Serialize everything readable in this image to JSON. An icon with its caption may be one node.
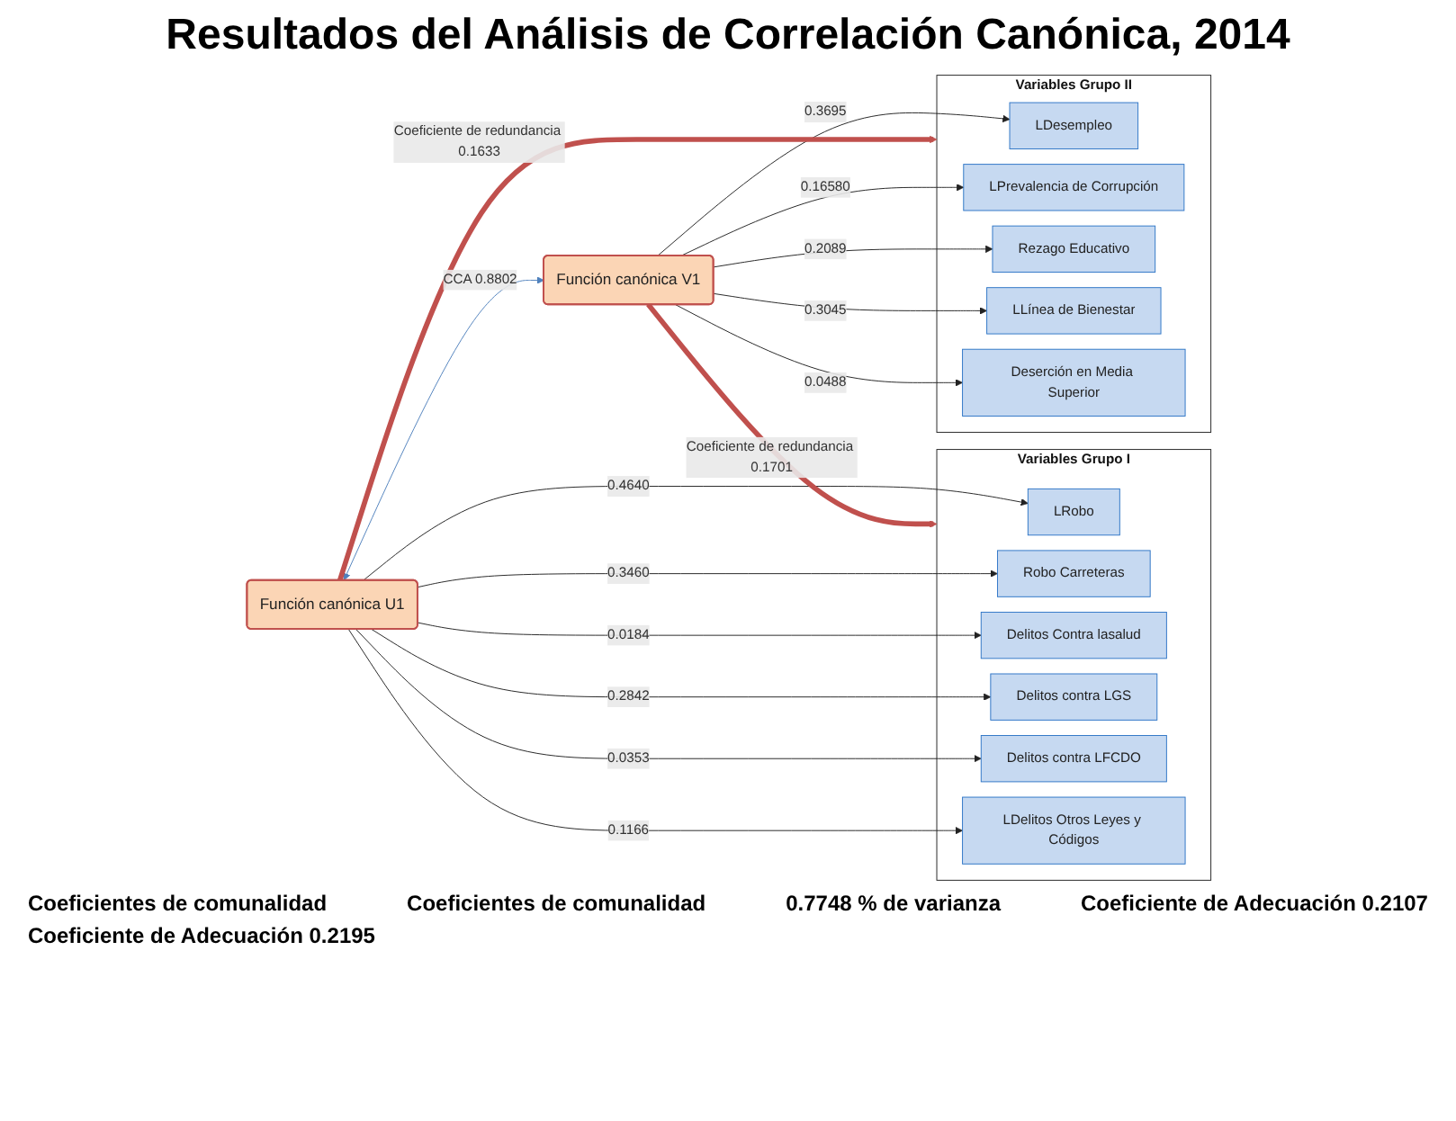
{
  "diagram": {
    "title": "Resultados del Análisis de Correlación Canónica, 2014",
    "nodes": [
      {
        "text": [
          "Variables Grupo I"
        ]
      },
      {
        "text": [
          "LRobo"
        ],
        "in": 0
      },
      {
        "text": [
          "Robo Carreteras"
        ],
        "in": 0
      },
      {
        "text": [
          "Delitos Contra lasalud"
        ],
        "in": 0
      },
      {
        "text": [
          "Delitos contra LGS"
        ],
        "in": 0
      },
      {
        "text": [
          "Delitos contra LFCDO"
        ],
        "in": 0
      },
      {
        "text": [
          "LDelitos Otros Leyes y Códigos"
        ],
        "in": 0
      },
      {
        "text": [
          "Función canónica U1"
        ]
      },
      {
        "text": [
          "Función canónica V1"
        ]
      },
      {
        "text": [
          "Variables Grupo II"
        ]
      },
      {
        "text": [
          "LDesempleo"
        ],
        "in": 9
      },
      {
        "text": [
          "LPrevalencia de Corrupción"
        ],
        "in": 9
      },
      {
        "text": [
          "Rezago Educativo"
        ],
        "in": 9
      },
      {
        "text": [
          "LLínea de Bienestar"
        ],
        "in": 9
      },
      {
        "text": [
          "Deserción en Media Superior"
        ],
        "in": 9
      }
    ],
    "edges": [
      {
        "from": 7,
        "to": 1,
        "arrow": "to",
        "label": "0.4640"
      },
      {
        "from": 7,
        "to": 2,
        "arrow": "to",
        "label": "0.3460"
      },
      {
        "from": 7,
        "to": 3,
        "arrow": "to",
        "label": "0.0184"
      },
      {
        "from": 7,
        "to": 4,
        "arrow": "to",
        "label": "0.2842"
      },
      {
        "from": 7,
        "to": 5,
        "arrow": "to",
        "label": "0.0353"
      },
      {
        "from": 7,
        "to": 6,
        "arrow": "to",
        "label": "0.1166"
      },
      {
        "from": 7,
        "to": 8,
        "arrow": "both",
        "label": "CCA 0.8802",
        "color": "#4f81bd"
      },
      {
        "from": 8,
        "to": 10,
        "arrow": "to",
        "label": "0.3695"
      },
      {
        "from": 8,
        "to": 11,
        "arrow": "to",
        "label": "0.16580"
      },
      {
        "from": 8,
        "to": 12,
        "arrow": "to",
        "label": "0.2089"
      },
      {
        "from": 8,
        "to": 13,
        "arrow": "to",
        "label": "0.3045"
      },
      {
        "from": 8,
        "to": 14,
        "arrow": "to",
        "label": "0.0488"
      },
      {
        "from": 8,
        "to": 0,
        "arrow": "to",
        "label": "Coeficiente de redundancia 0.1701",
        "style": "thick",
        "color": "#c0504d"
      },
      {
        "from": 7,
        "to": 9,
        "arrow": "to",
        "label": "Coeficiente de redundancia 0.1633",
        "style": "thick",
        "color": "#c0504d"
      }
    ],
    "labels": [
      "Coeficientes de comunalidad",
      "Coeficientes de comunalidad",
      "0.7748 % de varianza",
      "Coeficiente de Adecuación 0.2107",
      "Coeficiente de Adecuación 0.2195"
    ]
  }
}
